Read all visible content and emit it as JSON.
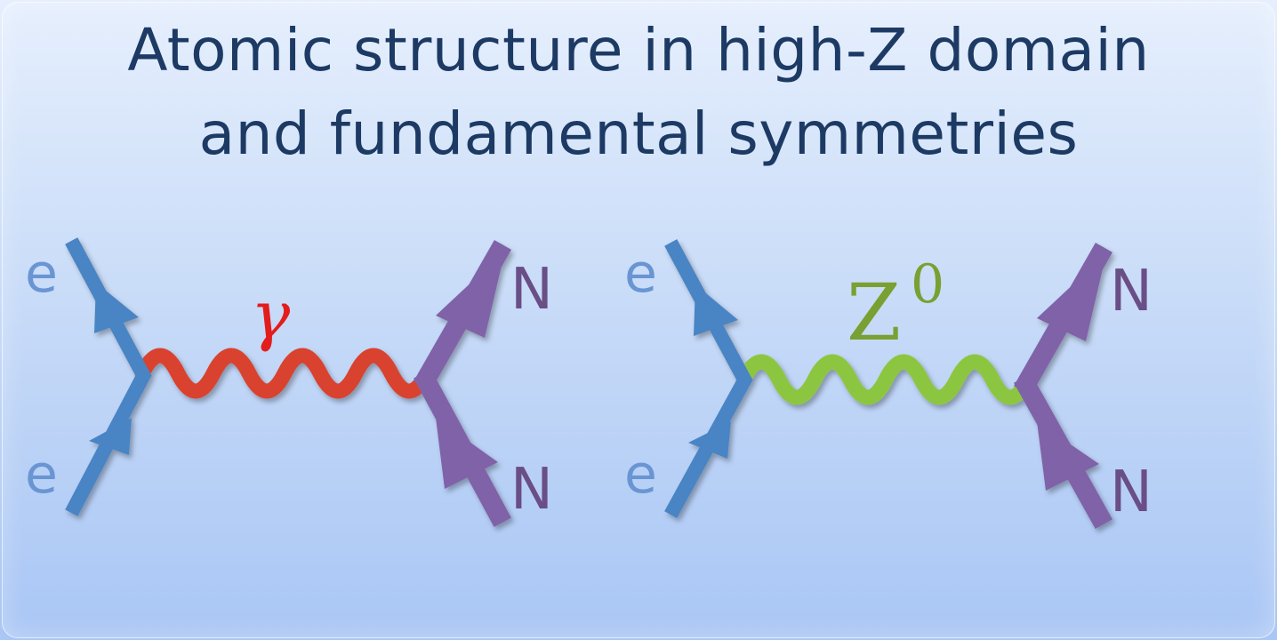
{
  "title": {
    "line1": "Atomic structure in high-Z domain",
    "line2": "and fundamental symmetries"
  },
  "diagrams": [
    {
      "electron_top": "e",
      "electron_bottom": "e",
      "boson": "γ",
      "boson_superscript": "",
      "nucleon_top": "N",
      "nucleon_bottom": "N",
      "boson_color": "#d9432f"
    },
    {
      "electron_top": "e",
      "electron_bottom": "e",
      "boson": "Z",
      "boson_superscript": "0",
      "nucleon_top": "N",
      "nucleon_bottom": "N",
      "boson_color": "#8cc63f"
    }
  ],
  "colors": {
    "electron_line": "#4a84c4",
    "nucleon_line": "#8062a8"
  }
}
